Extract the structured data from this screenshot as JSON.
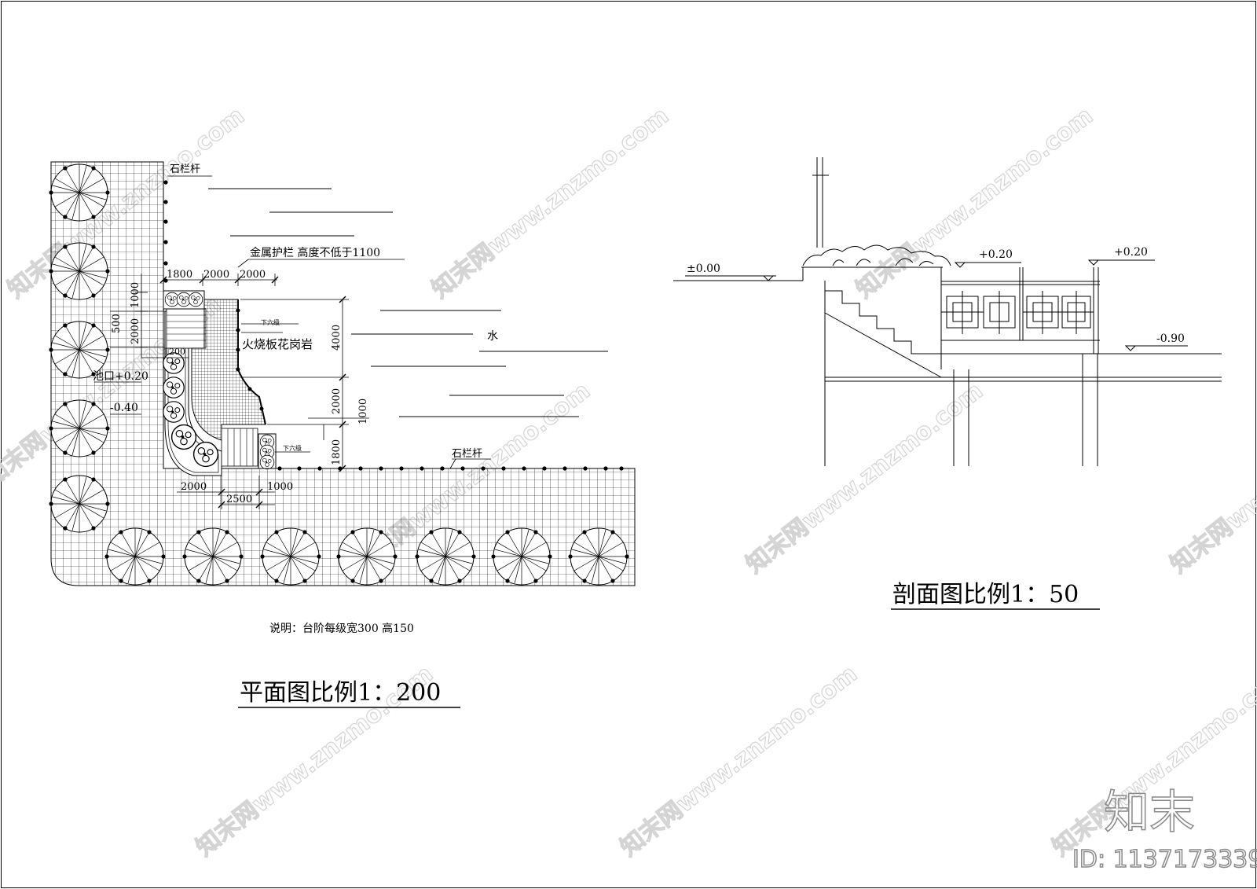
{
  "plan": {
    "title": "平面图比例1：200",
    "note": "说明：台阶每级宽300  高150",
    "labels": {
      "stone_rail_top": "石栏杆",
      "stone_rail_bottom": "石栏杆",
      "metal_rail": "金属护栏  高度不低于1100",
      "granite": "火烧板花岗岩",
      "water": "水",
      "down_six_1": "下六级",
      "down_six_2": "下六级",
      "pool_edge": "池口+0.20",
      "level_low": "-0.40"
    },
    "dims": {
      "d1800_top": "1800",
      "d2000_a": "2000",
      "d2000_b": "2000",
      "d1000_v": "1000",
      "d500_v": "500",
      "d2000_v": "2000",
      "d1200": "1200",
      "d4000_v": "4000",
      "d2000_v2": "2000",
      "d1000_v2": "1000",
      "d1800_v": "1800",
      "d2000_bottom": "2000",
      "d1000_bottom": "1000",
      "d2500_bottom": "2500"
    }
  },
  "section": {
    "title": "剖面图比例1：50",
    "levels": {
      "zero": "±0.00",
      "plus_a": "+0.20",
      "plus_b": "+0.20",
      "minus": "-0.90"
    }
  },
  "watermark": {
    "text": "知末网www.znzmo.com",
    "brand": "知末",
    "id": "ID: 1137173339"
  }
}
